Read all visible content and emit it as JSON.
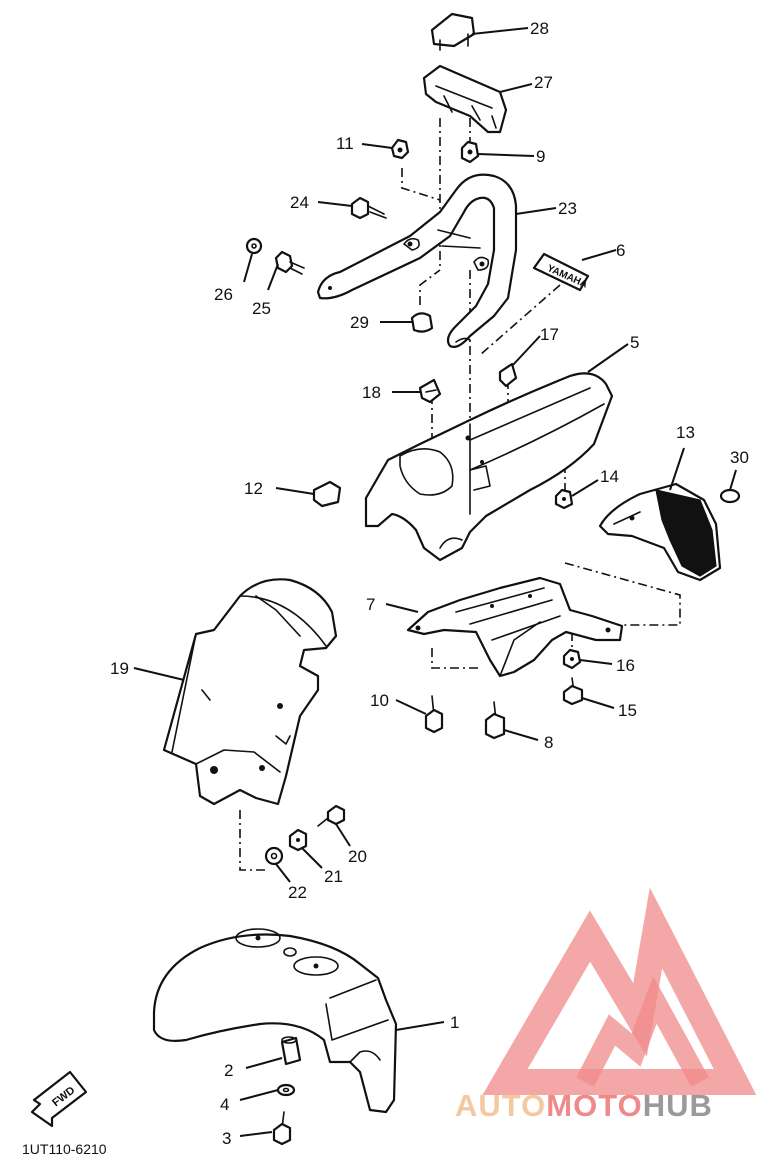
{
  "diagram": {
    "callouts": {
      "c1": "1",
      "c2": "2",
      "c3": "3",
      "c4": "4",
      "c5": "5",
      "c6": "6",
      "c7": "7",
      "c8": "8",
      "c9": "9",
      "c10": "10",
      "c11": "11",
      "c12": "12",
      "c13": "13",
      "c14": "14",
      "c15": "15",
      "c16": "16",
      "c17": "17",
      "c18": "18",
      "c19": "19",
      "c20": "20",
      "c21": "21",
      "c22": "22",
      "c23": "23",
      "c24": "24",
      "c25": "25",
      "c26": "26",
      "c27": "27",
      "c28": "28",
      "c29": "29",
      "c30": "30"
    },
    "drawing_code": "1UT110-6210",
    "direction_label": "FWD",
    "decal_text": "YAMAHA"
  },
  "watermark": {
    "part1": "AUTO",
    "part2": "MOTO",
    "part3": "HUB",
    "color_auto": "#f5c9a0",
    "color_moto": "#f08a8a",
    "color_hub": "#9a9a9a"
  }
}
